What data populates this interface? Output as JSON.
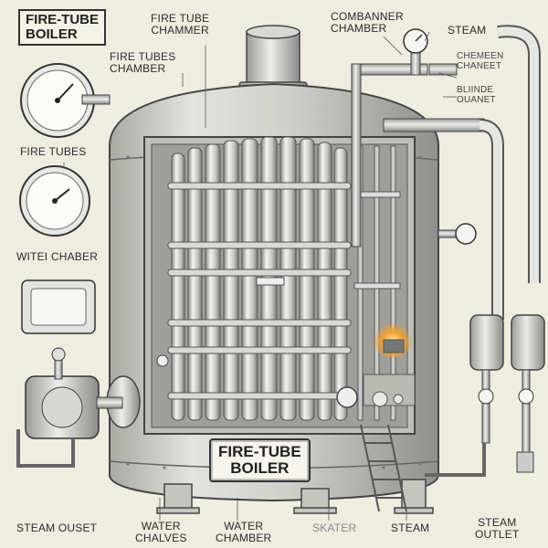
{
  "diagram": {
    "title_line1": "FIRE-TUBE",
    "title_line2": "BOILER",
    "plate_line1": "FIRE-TUBE",
    "plate_line2": "BOILER",
    "labels": {
      "fire_tube_chamber_l1": "FIRE TUBE",
      "fire_tube_chamber_l2": "CHAMMER",
      "fire_tubes_chamber_l1": "FIRE TUBES",
      "fire_tubes_chamber_l2": "CHAMBER",
      "fire_tubes": "FIRE TUBES",
      "water_chamber_left": "WITEI CHABER",
      "combanner_l1": "COMBANNER",
      "combanner_l2": "CHAMBER",
      "steam_top": "STEAM",
      "chemeen_l1": "CHEMEEN",
      "chemeen_l2": "CHANEET",
      "ouanet_l1": "BLIINDE",
      "ouanet_l2": "OUANET",
      "steam_ouset": "STEAM OUSET",
      "water_chalves_l1": "WATER",
      "water_chalves_l2": "CHALVES",
      "water_chamber_l1": "WATER",
      "water_chamber_l2": "CHAMBER",
      "skater": "SKATER",
      "steam_bottom": "STEAM",
      "steam_outlet_l1": "STEAM",
      "steam_outlet_l2": "OUTLET"
    }
  },
  "colors": {
    "background": "#efece0",
    "metal_light": "#dcdcd8",
    "metal_mid": "#b9b9b4",
    "metal_dark": "#7d7d7a",
    "ink": "#2b2b2b",
    "flame": "#f0a030"
  }
}
